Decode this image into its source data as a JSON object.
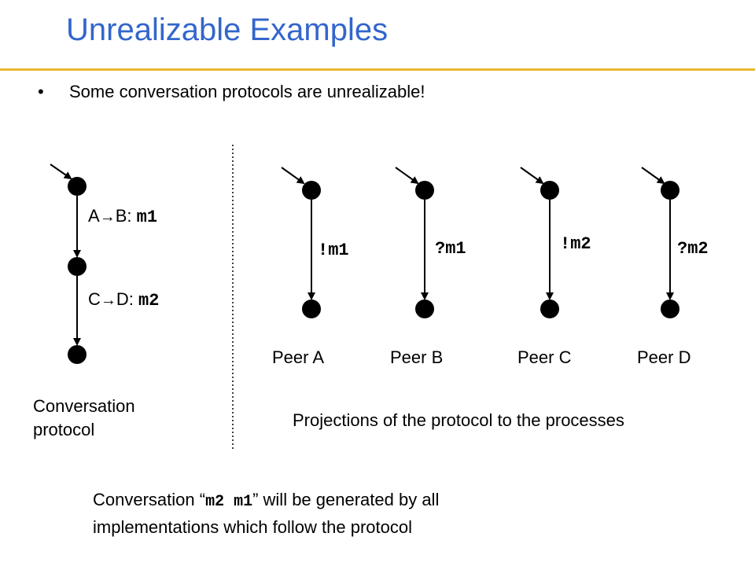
{
  "slide": {
    "title": "Unrealizable Examples",
    "bullet_marker": "•",
    "bullet": "Some conversation protocols are unrealizable!"
  },
  "protocol": {
    "edge1": {
      "from": "A",
      "arrow": "→",
      "to": "B",
      "separator": ":",
      "message": "m1"
    },
    "edge2": {
      "from": "C",
      "arrow": "→",
      "to": "D",
      "separator": ":",
      "message": "m2"
    },
    "caption_line1": "Conversation",
    "caption_line2": "protocol"
  },
  "peers": [
    {
      "name": "Peer A",
      "transition": "!m1"
    },
    {
      "name": "Peer B",
      "transition": "?m1"
    },
    {
      "name": "Peer C",
      "transition": "!m2"
    },
    {
      "name": "Peer D",
      "transition": "?m2"
    }
  ],
  "projections_caption": "Projections of the protocol to the processes",
  "footer": {
    "line1_prefix": "Conversation “",
    "code": "m2 m1",
    "line1_suffix": "” will be generated by all",
    "line2": "implementations which follow the protocol"
  },
  "colors": {
    "title": "#3366cc",
    "rule": "#e8b830",
    "ink": "#000000"
  }
}
